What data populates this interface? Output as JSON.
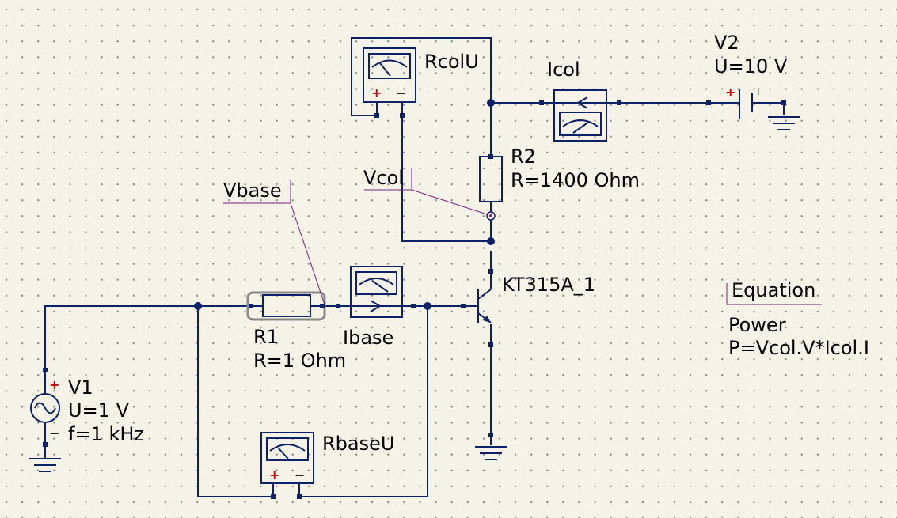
{
  "components": {
    "V1": {
      "name": "V1",
      "param1": "U=1 V",
      "param2": "f=1 kHz"
    },
    "V2": {
      "name": "V2",
      "param1": "U=10 V"
    },
    "R1": {
      "name": "R1",
      "param1": "R=1 Ohm"
    },
    "R2": {
      "name": "R2",
      "param1": "R=1400 Ohm"
    },
    "Q1": {
      "name": "KT315A_1"
    },
    "Ibase": {
      "name": "Ibase"
    },
    "Icol": {
      "name": "Icol"
    },
    "RbaseU": {
      "name": "RbaseU"
    },
    "RcolU": {
      "name": "RcolU"
    }
  },
  "probes": {
    "vbase": "Vbase",
    "vcol": "Vcol"
  },
  "equation": {
    "title": "Equation",
    "var": "Power",
    "expr": "P=Vcol.V*Icol.I"
  },
  "polarity": {
    "plus": "+",
    "minus": "−"
  },
  "colors": {
    "wire": "#0d2266",
    "background": "#f5f3e7",
    "probe": "#7a1c80",
    "plus": "#cc0000"
  }
}
